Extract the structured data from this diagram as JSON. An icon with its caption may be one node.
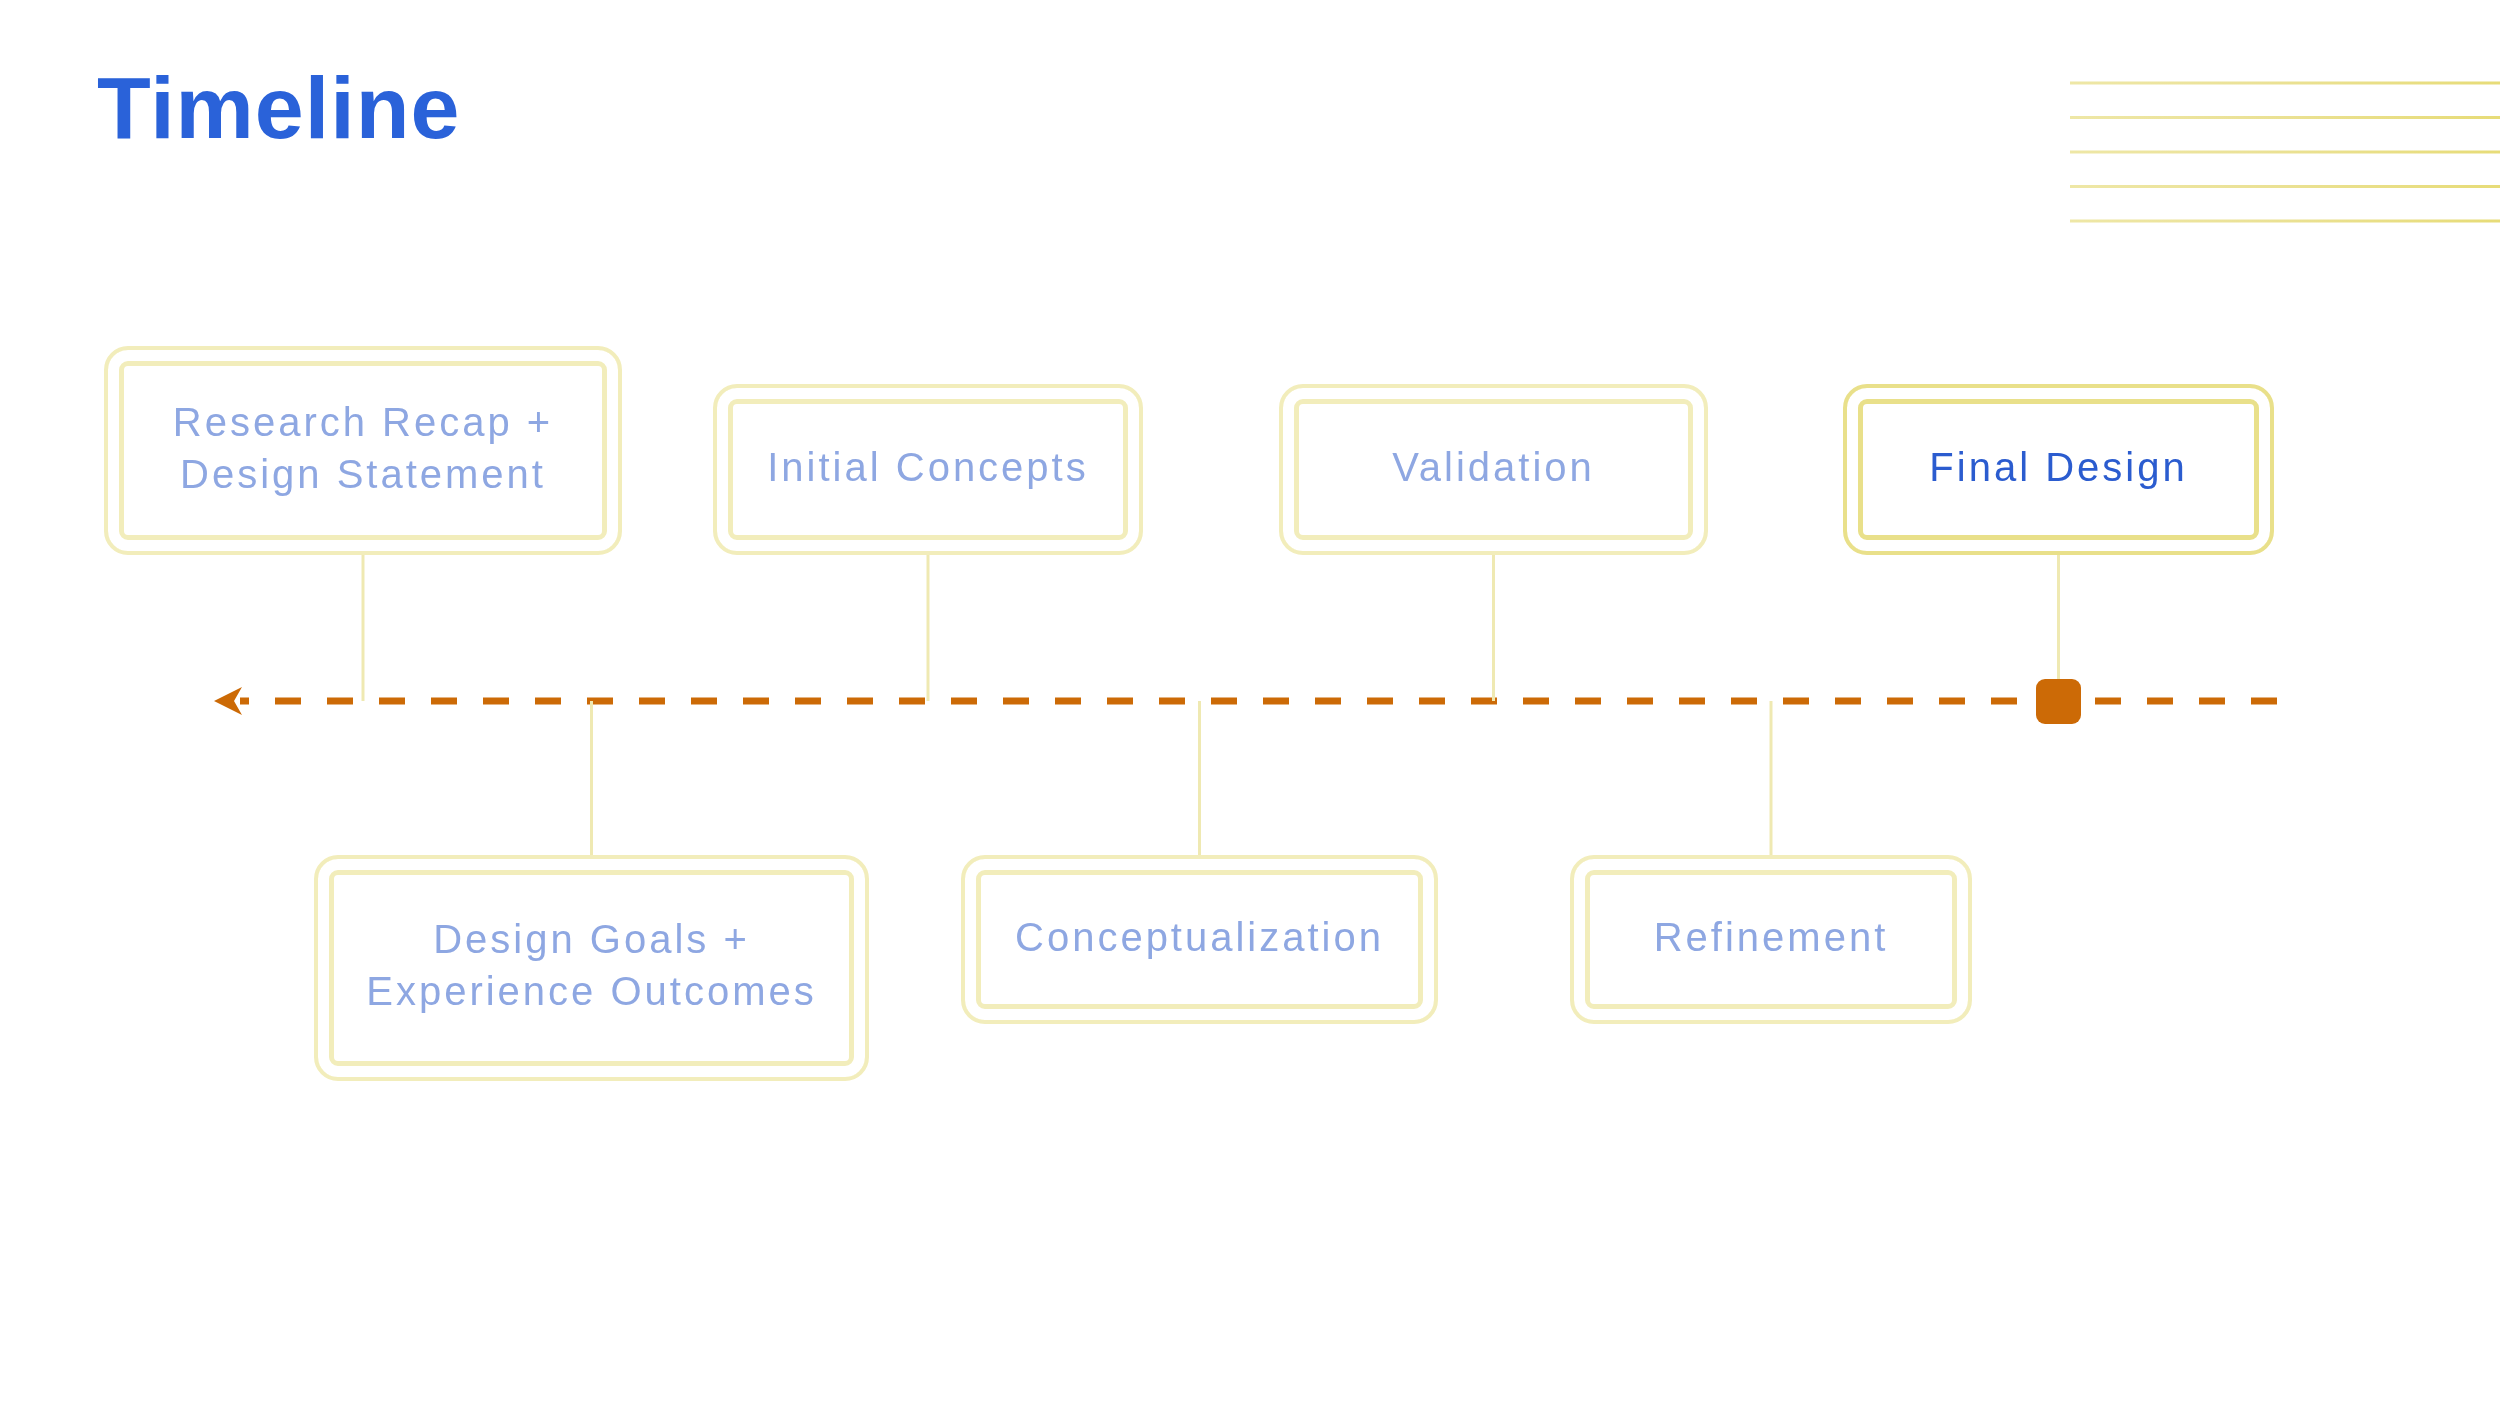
{
  "diagram": {
    "title": "Timeline",
    "nodes": [
      {
        "text": [
          "Research Recap + Design Statement"
        ]
      },
      {
        "text": [
          "Initial Concepts"
        ]
      },
      {
        "text": [
          "Validation"
        ]
      },
      {
        "text": [
          "Final Design"
        ]
      },
      {
        "text": [
          "Design Goals + Experience Outcomes"
        ]
      },
      {
        "text": [
          "Conceptualization"
        ]
      },
      {
        "text": [
          "Refinement"
        ]
      },
      {
        "text": [],
        "shape": "box"
      }
    ],
    "edges": [
      {
        "from": 0,
        "to": null,
        "arrow": "none"
      },
      {
        "from": 1,
        "to": null,
        "arrow": "none"
      },
      {
        "from": 2,
        "to": null,
        "arrow": "none"
      },
      {
        "from": 3,
        "to": 7,
        "arrow": "none"
      },
      {
        "from": 4,
        "to": null,
        "arrow": "none"
      },
      {
        "from": 5,
        "to": null,
        "arrow": "none"
      },
      {
        "from": 6,
        "to": null,
        "arrow": "none"
      }
    ]
  }
}
